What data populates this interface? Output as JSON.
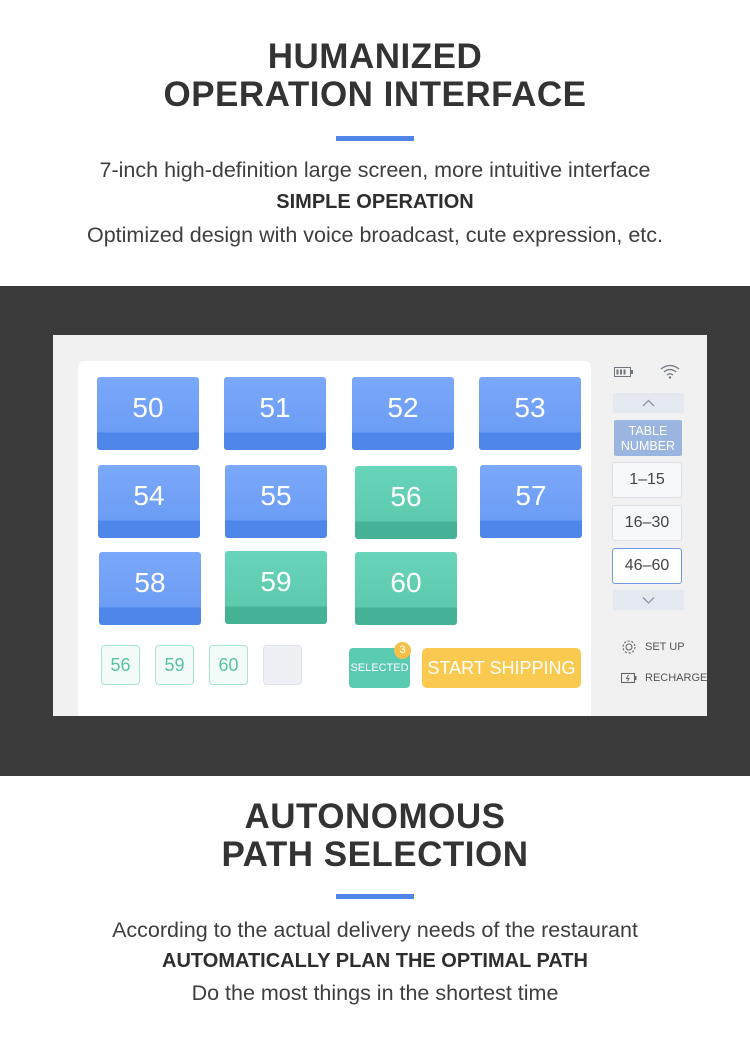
{
  "section1": {
    "title_line1": "HUMANIZED",
    "title_line2": "OPERATION INTERFACE",
    "desc_line1": "7-inch high-definition large screen, more intuitive interface",
    "desc_line2": "SIMPLE OPERATION",
    "desc_line3": "Optimized design with voice broadcast, cute expression, etc."
  },
  "tables": [
    {
      "number": "50",
      "status": "available"
    },
    {
      "number": "51",
      "status": "available"
    },
    {
      "number": "52",
      "status": "available"
    },
    {
      "number": "53",
      "status": "available"
    },
    {
      "number": "54",
      "status": "available"
    },
    {
      "number": "55",
      "status": "available"
    },
    {
      "number": "56",
      "status": "selected"
    },
    {
      "number": "57",
      "status": "available"
    },
    {
      "number": "58",
      "status": "available"
    },
    {
      "number": "59",
      "status": "selected"
    },
    {
      "number": "60",
      "status": "selected"
    }
  ],
  "selection": {
    "slots": [
      "56",
      "59",
      "60",
      ""
    ],
    "selected_label": "SELECTED",
    "selected_count": "3",
    "start_label": "START SHIPPING"
  },
  "sidebar": {
    "table_number_label_1": "TABLE",
    "table_number_label_2": "NUMBER",
    "ranges": [
      "1–15",
      "16–30",
      "46–60"
    ],
    "active_range": "46–60",
    "setup_label": "SET UP",
    "recharge_label": "RECHARGE"
  },
  "section2": {
    "title_line1": "AUTONOMOUS",
    "title_line2": "PATH SELECTION",
    "desc_line1": "According to the actual delivery needs of the restaurant",
    "desc_line2": "AUTOMATICALLY PLAN THE OPTIMAL PATH",
    "desc_line3": "Do the most things in the shortest time"
  },
  "colors": {
    "accent": "#4f86e8",
    "tile_blue": "#6c9df5",
    "tile_green": "#5dcaae",
    "start_button": "#fac94f",
    "band": "#3b3b3b"
  }
}
